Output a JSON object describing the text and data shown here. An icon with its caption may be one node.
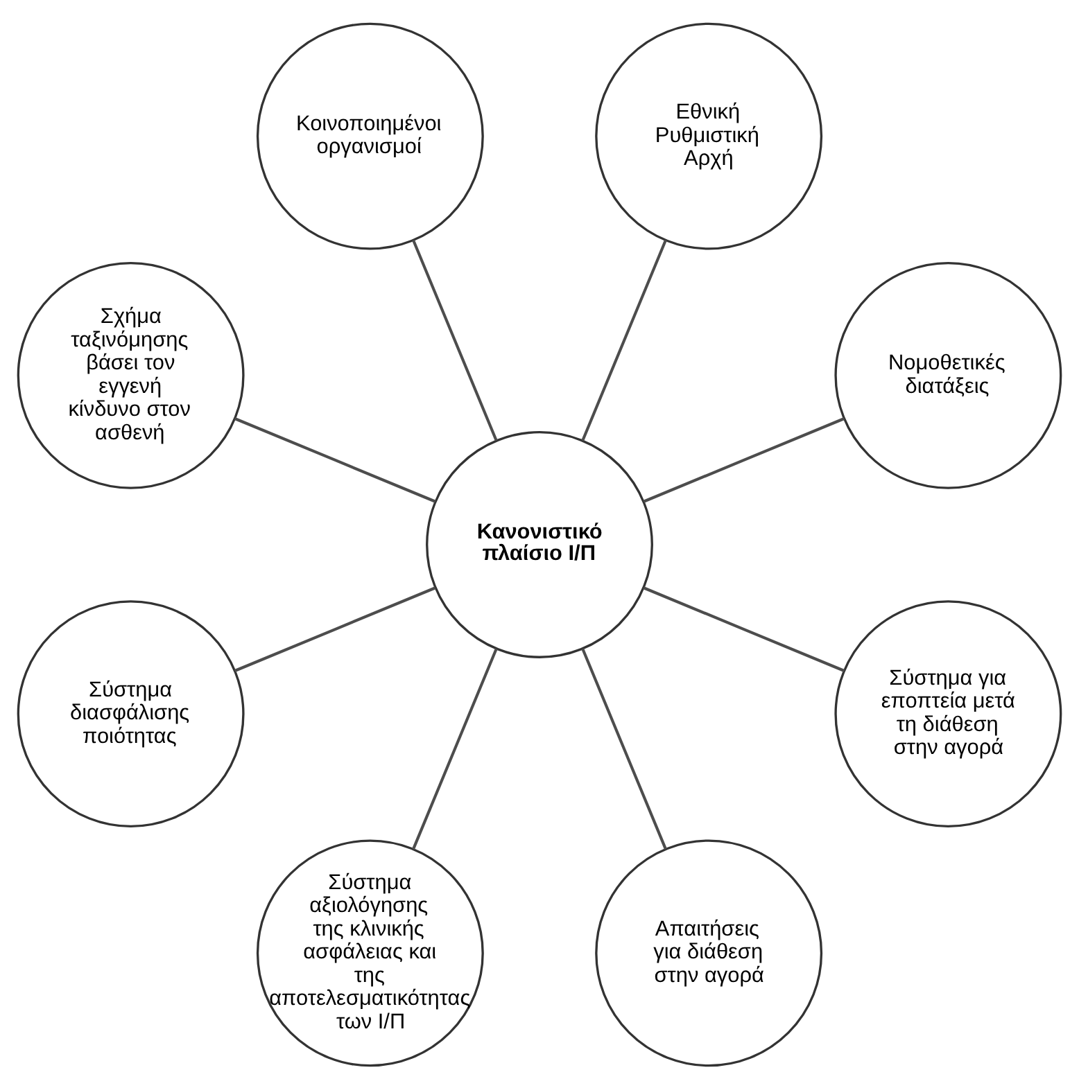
{
  "diagram": {
    "nodes": [
      {
        "text": [
          "Κανονιστικό πλαίσιο Ι/Π"
        ]
      },
      {
        "text": [
          "Νομοθετικές διατάξεις"
        ]
      },
      {
        "text": [
          "Εθνική Ρυθμιστική Αρχή"
        ]
      },
      {
        "text": [
          "Κοινοποιημένοι οργανισμοί"
        ]
      },
      {
        "text": [
          "Σχήμα ταξινόμησης βάσει τον εγγενή κίνδυνο στον ασθενή"
        ]
      },
      {
        "text": [
          "Σύστημα διασφάλισης ποιότητας"
        ]
      },
      {
        "text": [
          "Σύστημα αξιολόγησης της κλινικής ασφάλειας και της αποτελεσματικότητας των Ι/Π"
        ]
      },
      {
        "text": [
          "Απαιτήσεις για διάθεση στην αγορά"
        ]
      },
      {
        "text": [
          "Σύστημα για εποπτεία μετά τη διάθεση στην αγορά"
        ]
      }
    ],
    "edges": [
      {
        "from": 0,
        "to": 1,
        "arrow": "none"
      },
      {
        "from": 0,
        "to": 2,
        "arrow": "none"
      },
      {
        "from": 0,
        "to": 3,
        "arrow": "none"
      },
      {
        "from": 0,
        "to": 4,
        "arrow": "none"
      },
      {
        "from": 0,
        "to": 5,
        "arrow": "none"
      },
      {
        "from": 0,
        "to": 6,
        "arrow": "none"
      },
      {
        "from": 0,
        "to": 7,
        "arrow": "none"
      },
      {
        "from": 0,
        "to": 8,
        "arrow": "none"
      }
    ]
  }
}
